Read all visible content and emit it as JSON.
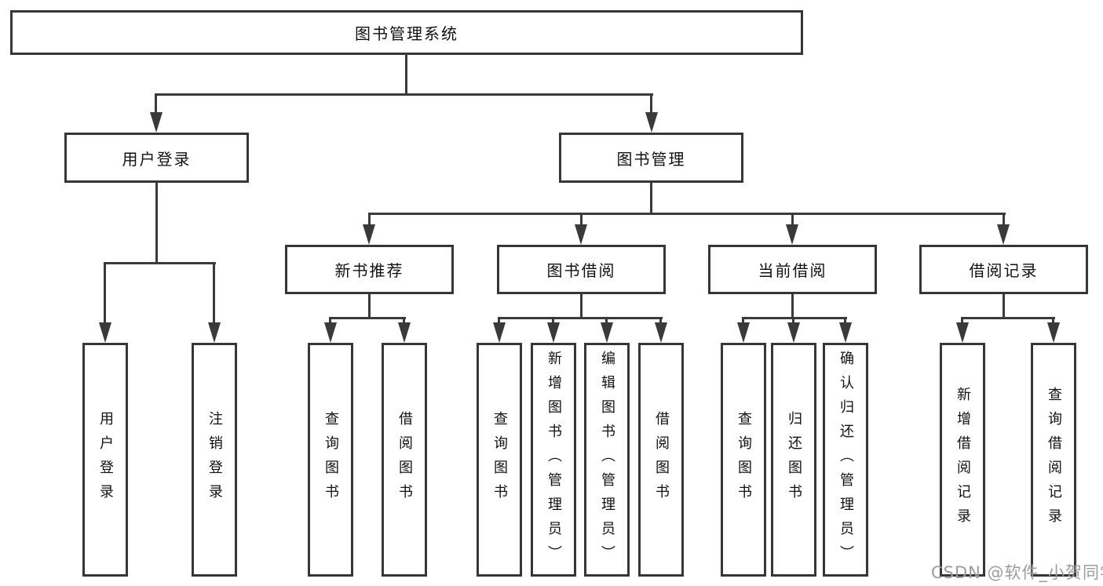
{
  "root": {
    "label": "图书管理系统"
  },
  "level2": [
    {
      "label": "用户登录"
    },
    {
      "label": "图书管理"
    }
  ],
  "level3": [
    {
      "label": "新书推荐"
    },
    {
      "label": "图书借阅"
    },
    {
      "label": "当前借阅"
    },
    {
      "label": "借阅记录"
    }
  ],
  "leaves": {
    "user_login": [
      "用户登录",
      "注销登录"
    ],
    "new_book": [
      "查询图书",
      "借阅图书"
    ],
    "borrow": [
      "查询图书",
      "新增图书（管理员）",
      "编辑图书（管理员）",
      "借阅图书"
    ],
    "current": [
      "查询图书",
      "归还图书",
      "确认归还（管理员）"
    ],
    "records": [
      "新增借阅记录",
      "查询借阅记录"
    ]
  },
  "watermark": "CSDN @软件_小贺同学",
  "colors": {
    "line": "#3a3a3a",
    "border": "#363636",
    "text": "#111111",
    "background": "#ffffff",
    "watermark": "#9c9c9c"
  }
}
